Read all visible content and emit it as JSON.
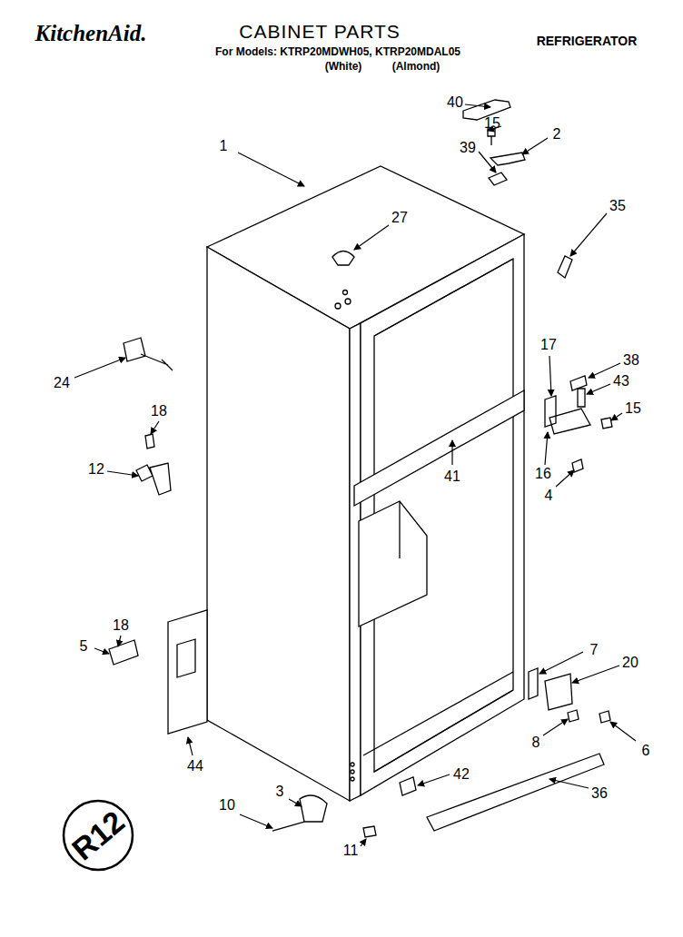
{
  "diagram": {
    "title": "CABINET PARTS",
    "labels": [
      "KitchenAid.",
      "For Models: KTRP20MDWH05, KTRP20MDAL05",
      "(White)",
      "(Almond)",
      "REFRIGERATOR",
      "40",
      "15",
      "2",
      "39",
      "1",
      "35",
      "27",
      "24",
      "17",
      "38",
      "43",
      "15",
      "18",
      "12",
      "41",
      "16",
      "4",
      "7",
      "20",
      "18",
      "5",
      "8",
      "6",
      "44",
      "42",
      "3",
      "36",
      "10",
      "11",
      "R12"
    ]
  }
}
